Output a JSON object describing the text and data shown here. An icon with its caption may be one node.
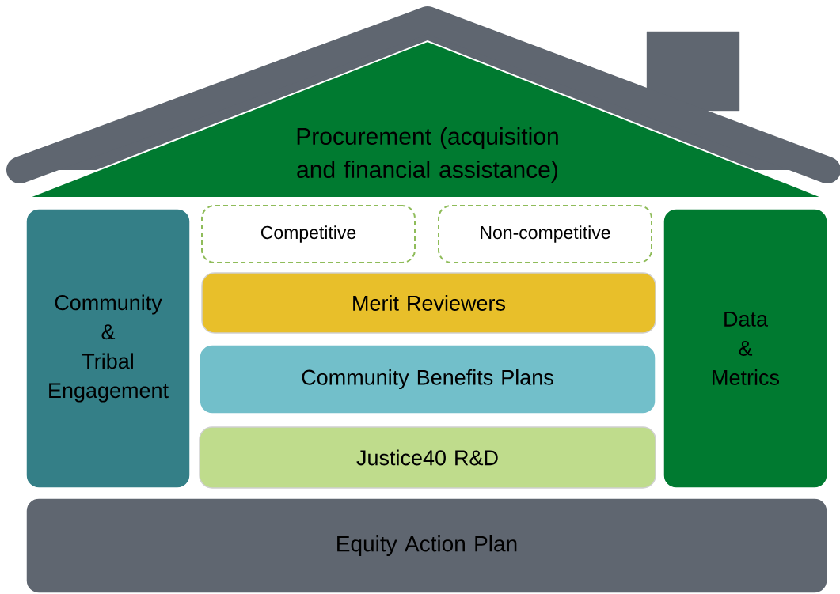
{
  "diagram": {
    "nodes": [
      {
        "text": [
          "Procurement (acquisition and financial assistance)"
        ]
      },
      {
        "text": [
          "Community & Tribal Engagement"
        ]
      },
      {
        "text": [
          "Competitive"
        ]
      },
      {
        "text": [
          "Non-competitive"
        ]
      },
      {
        "text": [
          "Merit Reviewers"
        ]
      },
      {
        "text": [
          "Community Benefits Plans"
        ]
      },
      {
        "text": [
          "Justice40 R&D"
        ]
      },
      {
        "text": [
          "Data & Metrics"
        ]
      },
      {
        "text": [
          "Equity Action Plan"
        ]
      }
    ]
  }
}
